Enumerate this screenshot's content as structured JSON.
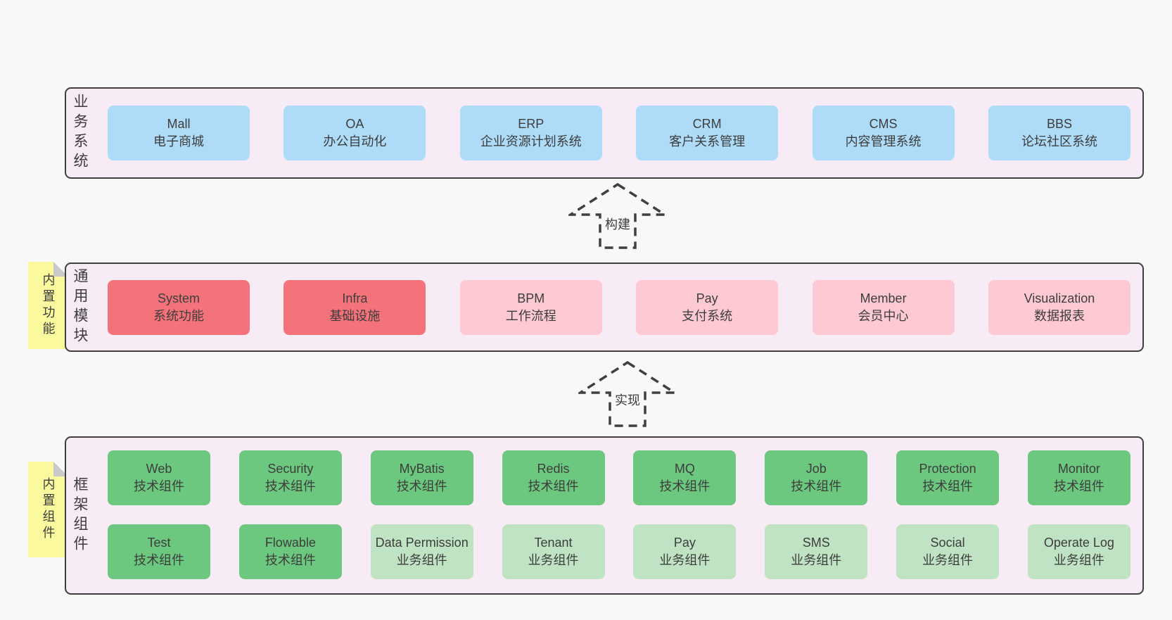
{
  "colors": {
    "page_bg": "#f8f8f8",
    "panel_bg": "#f7ecf5",
    "panel_border": "#3f3f3f",
    "blue_box": "#aedcf8",
    "red_box": "#f4737a",
    "pink_box": "#fdc9d3",
    "green_box": "#6cc87e",
    "light_green_box": "#c0e4c3",
    "note_bg": "#fbf99e",
    "note_fold": "#c9c9c9",
    "text": "#3d3d3d"
  },
  "arrows": [
    {
      "label": "构建"
    },
    {
      "label": "实现"
    }
  ],
  "layers": {
    "business": {
      "label": "业务系统",
      "boxes": [
        {
          "name": "Mall",
          "desc": "电子商城"
        },
        {
          "name": "OA",
          "desc": "办公自动化"
        },
        {
          "name": "ERP",
          "desc": "企业资源计划系统"
        },
        {
          "name": "CRM",
          "desc": "客户关系管理"
        },
        {
          "name": "CMS",
          "desc": "内容管理系统"
        },
        {
          "name": "BBS",
          "desc": "论坛社区系统"
        }
      ]
    },
    "modules": {
      "label": "通用模块",
      "note": "内置功能",
      "boxes": [
        {
          "name": "System",
          "desc": "系统功能"
        },
        {
          "name": "Infra",
          "desc": "基础设施"
        },
        {
          "name": "BPM",
          "desc": "工作流程"
        },
        {
          "name": "Pay",
          "desc": "支付系统"
        },
        {
          "name": "Member",
          "desc": "会员中心"
        },
        {
          "name": "Visualization",
          "desc": "数据报表"
        }
      ]
    },
    "components": {
      "label": "框架组件",
      "note": "内置组件",
      "row1": [
        {
          "name": "Web",
          "desc": "技术组件"
        },
        {
          "name": "Security",
          "desc": "技术组件"
        },
        {
          "name": "MyBatis",
          "desc": "技术组件"
        },
        {
          "name": "Redis",
          "desc": "技术组件"
        },
        {
          "name": "MQ",
          "desc": "技术组件"
        },
        {
          "name": "Job",
          "desc": "技术组件"
        },
        {
          "name": "Protection",
          "desc": "技术组件"
        },
        {
          "name": "Monitor",
          "desc": "技术组件"
        }
      ],
      "row2": [
        {
          "name": "Test",
          "desc": "技术组件"
        },
        {
          "name": "Flowable",
          "desc": "技术组件"
        },
        {
          "name": "Data Permission",
          "desc": "业务组件"
        },
        {
          "name": "Tenant",
          "desc": "业务组件"
        },
        {
          "name": "Pay",
          "desc": "业务组件"
        },
        {
          "name": "SMS",
          "desc": "业务组件"
        },
        {
          "name": "Social",
          "desc": "业务组件"
        },
        {
          "name": "Operate Log",
          "desc": "业务组件"
        }
      ]
    }
  }
}
